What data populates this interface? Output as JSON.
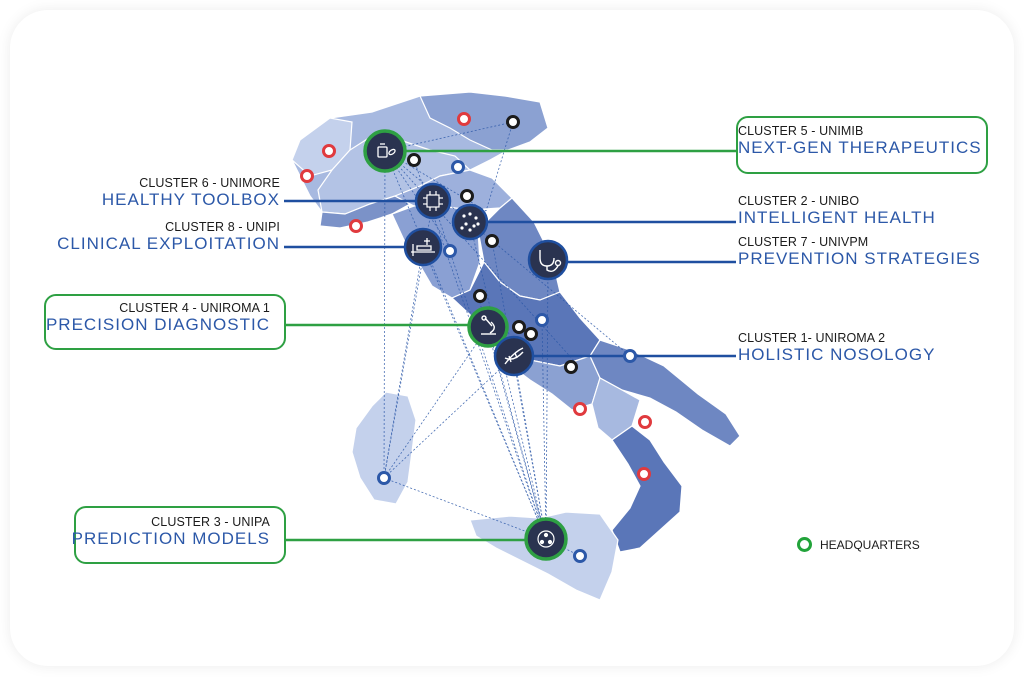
{
  "colors": {
    "accent_blue": "#2c58a8",
    "line_blue": "#1f4fa0",
    "headquarters_green": "#2ea043",
    "spoke_red": "#e03a3e",
    "spoke_white_ring": "#1b1b1b",
    "spoke_blue_ring": "#2c58a8"
  },
  "clusters": [
    {
      "id": "c5",
      "sub": "CLUSTER 5 - UNIMIB",
      "title": "NEXT-GEN THERAPEUTICS",
      "icon": "medicine-bottle-icon",
      "boxed": true
    },
    {
      "id": "c6",
      "sub": "CLUSTER 6 - UNIMORE",
      "title": "HEALTHY TOOLBOX",
      "icon": "circuit-chip-icon",
      "boxed": false
    },
    {
      "id": "c2",
      "sub": "CLUSTER 2 - UNIBO",
      "title": "INTELLIGENT HEALTH",
      "icon": "neural-chip-icon",
      "boxed": false
    },
    {
      "id": "c8",
      "sub": "CLUSTER 8 - UNIPI",
      "title": "CLINICAL EXPLOITATION",
      "icon": "hospital-bed-icon",
      "boxed": false
    },
    {
      "id": "c7",
      "sub": "CLUSTER 7 - UNIVPM",
      "title": "PREVENTION STRATEGIES",
      "icon": "stethoscope-icon",
      "boxed": false
    },
    {
      "id": "c4",
      "sub": "CLUSTER 4 - UNIROMA 1",
      "title": "PRECISION DIAGNOSTIC",
      "icon": "microscope-icon",
      "boxed": true
    },
    {
      "id": "c1",
      "sub": "CLUSTER 1- UNIROMA 2",
      "title": "HOLISTIC NOSOLOGY",
      "icon": "dna-icon",
      "boxed": false
    },
    {
      "id": "c3",
      "sub": "CLUSTER 3 - UNIPA",
      "title": "PREDICTION MODELS",
      "icon": "network-globe-icon",
      "boxed": true
    }
  ],
  "legend": {
    "headquarters": "HEADQUARTERS"
  }
}
